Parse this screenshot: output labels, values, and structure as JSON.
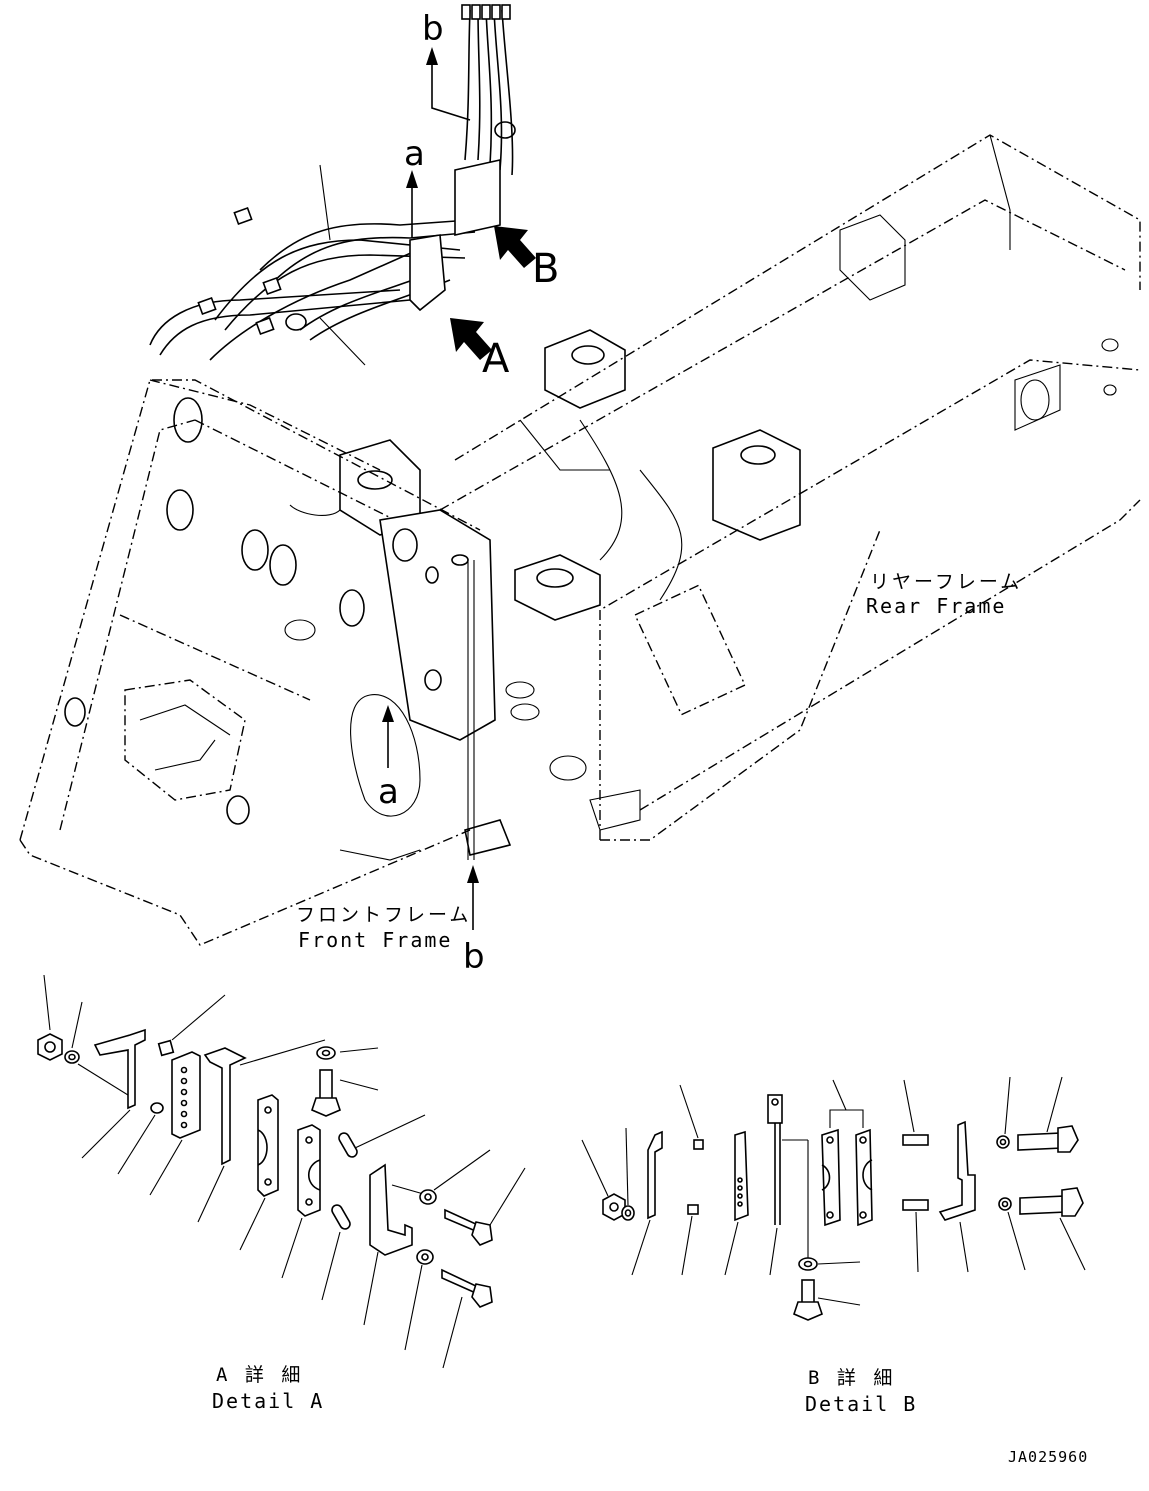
{
  "callouts": {
    "a_top": "a",
    "b_top": "b",
    "A_arrow": "A",
    "B_arrow": "B",
    "a_mid": "a",
    "b_bottom": "b"
  },
  "frames": {
    "rear_jp": "リヤーフレーム",
    "rear_en": "Rear Frame",
    "front_jp": "フロントフレーム",
    "front_en": "Front Frame"
  },
  "details": {
    "a_jp": "A 詳 細",
    "a_en": "Detail A",
    "b_jp": "B 詳 細",
    "b_en": "Detail B"
  },
  "drawing_number": "JA025960"
}
